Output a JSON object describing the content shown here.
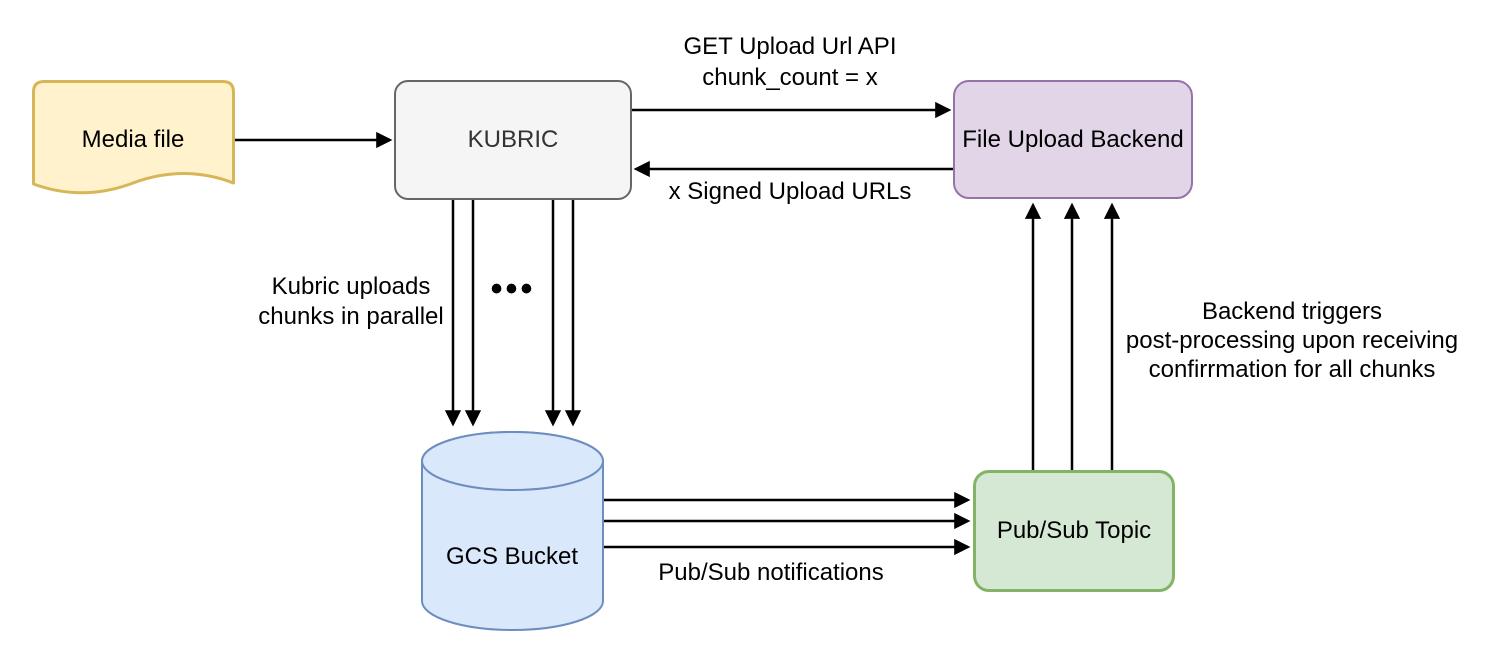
{
  "diagram": {
    "type": "flow-diagram",
    "background": "#FFFFFF",
    "arrow_color": "#000000",
    "nodes": {
      "media_file": {
        "label": "Media file",
        "shape": "document",
        "fill": "#FFF2CC",
        "stroke": "#D6B656"
      },
      "kubric": {
        "label": "KUBRIC",
        "shape": "rounded-rectangle",
        "fill": "#F5F5F5",
        "stroke": "#666666"
      },
      "file_upload_backend": {
        "label": "File Upload Backend",
        "shape": "rounded-rectangle",
        "fill": "#E1D5E7",
        "stroke": "#9673A6"
      },
      "gcs_bucket": {
        "label": "GCS Bucket",
        "shape": "cylinder",
        "fill": "#DAE8FC",
        "stroke": "#6C8EBF"
      },
      "pubsub_topic": {
        "label": "Pub/Sub Topic",
        "shape": "rounded-rectangle",
        "fill": "#D5E8D4",
        "stroke": "#82B366"
      }
    },
    "labels": {
      "get_upload_url": {
        "lines": [
          "GET Upload Url API",
          "chunk_count = x"
        ]
      },
      "signed_upload_urls": {
        "lines": [
          "x Signed Upload URLs"
        ]
      },
      "kubric_uploads": {
        "lines": [
          "Kubric uploads",
          "chunks in parallel"
        ]
      },
      "parallel_ellipsis": "•••",
      "pubsub_notifications": {
        "lines": [
          "Pub/Sub notifications"
        ]
      },
      "backend_triggers": {
        "lines": [
          "Backend triggers",
          "post-processing upon receiving",
          "confirrmation for all chunks"
        ]
      }
    },
    "edges": [
      {
        "from": "media_file",
        "to": "kubric",
        "arrows": 1,
        "label": null
      },
      {
        "from": "kubric",
        "to": "file_upload_backend",
        "arrows": 1,
        "label": "GET Upload Url API chunk_count = x"
      },
      {
        "from": "file_upload_backend",
        "to": "kubric",
        "arrows": 1,
        "label": "x Signed Upload URLs"
      },
      {
        "from": "kubric",
        "to": "gcs_bucket",
        "arrows": 4,
        "label": "Kubric uploads chunks in parallel"
      },
      {
        "from": "gcs_bucket",
        "to": "pubsub_topic",
        "arrows": 3,
        "label": "Pub/Sub notifications"
      },
      {
        "from": "pubsub_topic",
        "to": "file_upload_backend",
        "arrows": 3,
        "label": "Backend triggers post-processing upon receiving confirrmation for all chunks"
      }
    ]
  }
}
